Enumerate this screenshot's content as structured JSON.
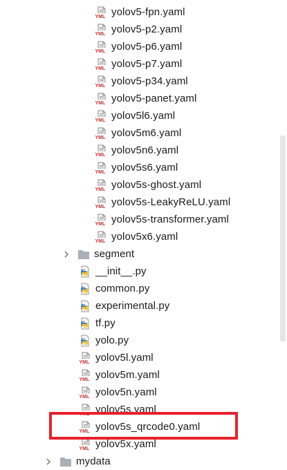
{
  "tree": {
    "items": [
      {
        "label": "yolov5-fpn.yaml",
        "type": "yaml"
      },
      {
        "label": "yolov5-p2.yaml",
        "type": "yaml"
      },
      {
        "label": "yolov5-p6.yaml",
        "type": "yaml"
      },
      {
        "label": "yolov5-p7.yaml",
        "type": "yaml"
      },
      {
        "label": "yolov5-p34.yaml",
        "type": "yaml"
      },
      {
        "label": "yolov5-panet.yaml",
        "type": "yaml"
      },
      {
        "label": "yolov5l6.yaml",
        "type": "yaml"
      },
      {
        "label": "yolov5m6.yaml",
        "type": "yaml"
      },
      {
        "label": "yolov5n6.yaml",
        "type": "yaml"
      },
      {
        "label": "yolov5s6.yaml",
        "type": "yaml"
      },
      {
        "label": "yolov5s-ghost.yaml",
        "type": "yaml"
      },
      {
        "label": "yolov5s-LeakyReLU.yaml",
        "type": "yaml"
      },
      {
        "label": "yolov5s-transformer.yaml",
        "type": "yaml"
      },
      {
        "label": "yolov5x6.yaml",
        "type": "yaml"
      },
      {
        "label": "segment",
        "type": "folder"
      },
      {
        "label": "__init__.py",
        "type": "python"
      },
      {
        "label": "common.py",
        "type": "python"
      },
      {
        "label": "experimental.py",
        "type": "python"
      },
      {
        "label": "tf.py",
        "type": "python"
      },
      {
        "label": "yolo.py",
        "type": "python"
      },
      {
        "label": "yolov5l.yaml",
        "type": "yaml"
      },
      {
        "label": "yolov5m.yaml",
        "type": "yaml"
      },
      {
        "label": "yolov5n.yaml",
        "type": "yaml"
      },
      {
        "label": "yolov5s.yaml",
        "type": "yaml"
      },
      {
        "label": "yolov5s_qrcode0.yaml",
        "type": "yaml"
      },
      {
        "label": "yolov5x.yaml",
        "type": "yaml"
      },
      {
        "label": "mydata",
        "type": "folder"
      }
    ],
    "yaml_badge": "YML"
  },
  "colors": {
    "highlight": "#e8212b",
    "folder": "#a9b0b7",
    "yaml_badge": "#c9302c",
    "python_blue": "#3f7cc0",
    "python_yellow": "#f2c230"
  },
  "icons": {
    "yaml": "yaml-file-icon",
    "python": "python-file-icon",
    "folder": "folder-icon",
    "chevron": "chevron-right-icon"
  }
}
